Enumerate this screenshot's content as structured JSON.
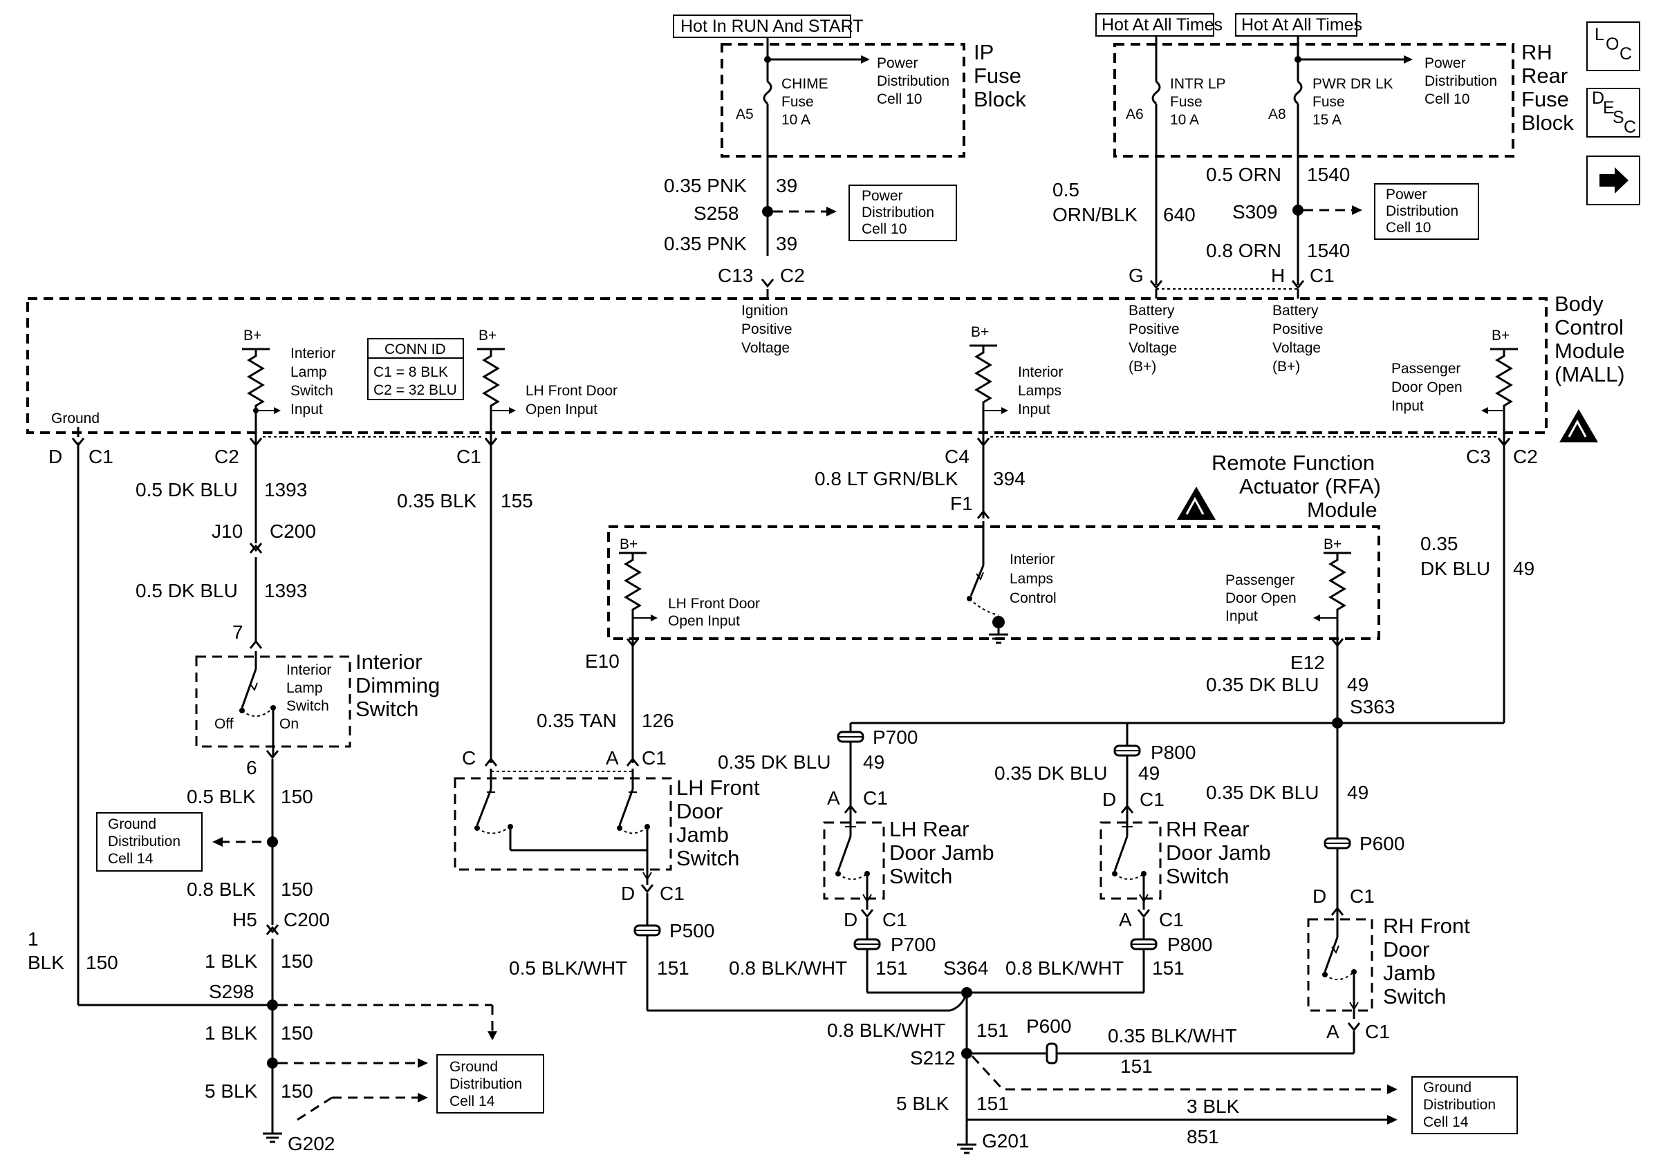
{
  "header": {
    "hot_run_start": "Hot In RUN And START",
    "hot_all_1": "Hot At All Times",
    "hot_all_2": "Hot At All Times"
  },
  "ip_fuse": {
    "title": [
      "IP",
      "Fuse",
      "Block"
    ],
    "fuse_name": "CHIME",
    "fuse_word": "Fuse",
    "fuse_amp": "10 A",
    "pin": "A5",
    "pd_ref": [
      "Power",
      "Distribution",
      "Cell 10"
    ]
  },
  "rh_fuse": {
    "title": [
      "RH",
      "Rear",
      "Fuse",
      "Block"
    ],
    "f1_name": "INTR LP",
    "f1_word": "Fuse",
    "f1_amp": "10 A",
    "f1_pin": "A6",
    "f2_name": "PWR DR LK",
    "f2_word": "Fuse",
    "f2_amp": "15 A",
    "f2_pin": "A8",
    "pd_ref": [
      "Power",
      "Distribution",
      "Cell 10"
    ]
  },
  "nav": {
    "loc": "LOC",
    "desc": "DESC"
  },
  "wires": {
    "pnk_a": "0.35 PNK",
    "pnk_a_c": "39",
    "s258": "S258",
    "pnk_b": "0.35 PNK",
    "pnk_b_c": "39",
    "c13": "C13",
    "c2_top": "C2",
    "pd258": [
      "Power",
      "Distribution",
      "Cell 10"
    ],
    "orn05": "0.5 ORN",
    "orn05_c": "1540",
    "s309": "S309",
    "orn08": "0.8 ORN",
    "orn08_c": "1540",
    "ornblk_1": "0.5",
    "ornblk_2": "ORN/BLK",
    "ornblk_c": "640",
    "g": "G",
    "h": "H",
    "c1_top": "C1",
    "pd309": [
      "Power",
      "Distribution",
      "Cell 10"
    ]
  },
  "bcm": {
    "title": [
      "Body",
      "Control",
      "Module",
      "(MALL)"
    ],
    "ground": "Ground",
    "bplus": "B+",
    "lamp_sw": [
      "Interior",
      "Lamp",
      "Switch",
      "Input"
    ],
    "conn_id": "CONN ID",
    "conn_c1": "C1 = 8 BLK",
    "conn_c2": "C2 = 32 BLU",
    "lh_door": [
      "LH Front Door",
      "Open Input"
    ],
    "ign": [
      "Ignition",
      "Positive",
      "Voltage"
    ],
    "int_lamps": [
      "Interior",
      "Lamps",
      "Input"
    ],
    "batt1": [
      "Battery",
      "Positive",
      "Voltage",
      "(B+)"
    ],
    "batt2": [
      "Battery",
      "Positive",
      "Voltage",
      "(B+)"
    ],
    "pass_door": [
      "Passenger",
      "Door Open",
      "Input"
    ]
  },
  "left": {
    "d": "D",
    "c1": "C1",
    "c2": "C2",
    "dkblu_a": "0.5 DK BLU",
    "dkblu_a_c": "1393",
    "j10": "J10",
    "c200": "C200",
    "dkblu_b": "0.5 DK BLU",
    "dkblu_b_c": "1393",
    "pin7": "7",
    "sw_label": [
      "Interior",
      "Lamp",
      "Switch"
    ],
    "off": "Off",
    "on": "On",
    "dim_title": [
      "Interior",
      "Dimming",
      "Switch"
    ],
    "pin6": "6",
    "blk05": "0.5 BLK",
    "blk05_c": "150",
    "gd1": [
      "Ground",
      "Distribution",
      "Cell 14"
    ],
    "blk08": "0.8 BLK",
    "blk08_c": "150",
    "h5": "H5",
    "c200b": "C200",
    "blk1a": "1 BLK",
    "blk1a_c": "150",
    "blk1_left_1": "1",
    "blk1_left_2": "BLK",
    "blk1_left_c": "150",
    "s298": "S298",
    "blk1b": "1 BLK",
    "blk1b_c": "150",
    "blk5": "5 BLK",
    "blk5_c": "150",
    "g202": "G202",
    "gd2": [
      "Ground",
      "Distribution",
      "Cell 14"
    ]
  },
  "mid": {
    "c1": "C1",
    "blk035": "0.35 BLK",
    "blk035_c": "155",
    "c4": "C4",
    "ltgrn": "0.8 LT GRN/BLK",
    "ltgrn_c": "394",
    "f1": "F1",
    "rfa_title": [
      "Remote Function",
      "Actuator (RFA)",
      "Module"
    ],
    "rfa_bplus": "B+",
    "rfa_lh": [
      "LH Front Door",
      "Open Input"
    ],
    "rfa_int": [
      "Interior",
      "Lamps",
      "Control"
    ],
    "rfa_pass": [
      "Passenger",
      "Door Open",
      "Input"
    ],
    "e10": "E10",
    "tan": "0.35 TAN",
    "tan_c": "126",
    "pin_c": "C",
    "pin_a": "A",
    "pin_c1": "C1",
    "lh_jamb": [
      "LH Front",
      "Door",
      "Jamb",
      "Switch"
    ],
    "d": "D",
    "c1b": "C1",
    "p500": "P500",
    "blkwht05": "0.5 BLK/WHT",
    "blkwht05_c": "151"
  },
  "right": {
    "c3": "C3",
    "c2": "C2",
    "dkblu035_1": "0.35",
    "dkblu035_2": "DK BLU",
    "dkblu035_c": "49",
    "e12": "E12",
    "dkblu_e12": "0.35 DK BLU",
    "dkblu_e12_c": "49",
    "s363": "S363",
    "p700": "P700",
    "dkblu_p700": "0.35 DK BLU",
    "dkblu_p700_c": "49",
    "p800": "P800",
    "dkblu_p800": "0.35 DK BLU",
    "dkblu_p800_c": "49",
    "dkblu_p600": "0.35 DK BLU",
    "dkblu_p600_c": "49",
    "p600": "P600",
    "a": "A",
    "c1": "C1",
    "d": "D",
    "lh_rear": [
      "LH Rear",
      "Door Jamb",
      "Switch"
    ],
    "rh_rear": [
      "RH Rear",
      "Door Jamb",
      "Switch"
    ],
    "rh_front": [
      "RH Front",
      "Door",
      "Jamb",
      "Switch"
    ],
    "p700b": "P700",
    "p800b": "P800",
    "blkwht_a": "0.8 BLK/WHT",
    "blkwht_a_c": "151",
    "s364": "S364",
    "blkwht_b": "0.8 BLK/WHT",
    "blkwht_b_c": "151",
    "blkwht_c": "0.8 BLK/WHT",
    "blkwht_c_c": "151",
    "s212": "S212",
    "p600b": "P600",
    "blkwht035": "0.35 BLK/WHT",
    "blkwht035_c": "151",
    "blk5": "5 BLK",
    "blk5_c": "151",
    "g201": "G201",
    "blk3": "3 BLK",
    "blk3_c": "851",
    "gd": [
      "Ground",
      "Distribution",
      "Cell 14"
    ]
  }
}
